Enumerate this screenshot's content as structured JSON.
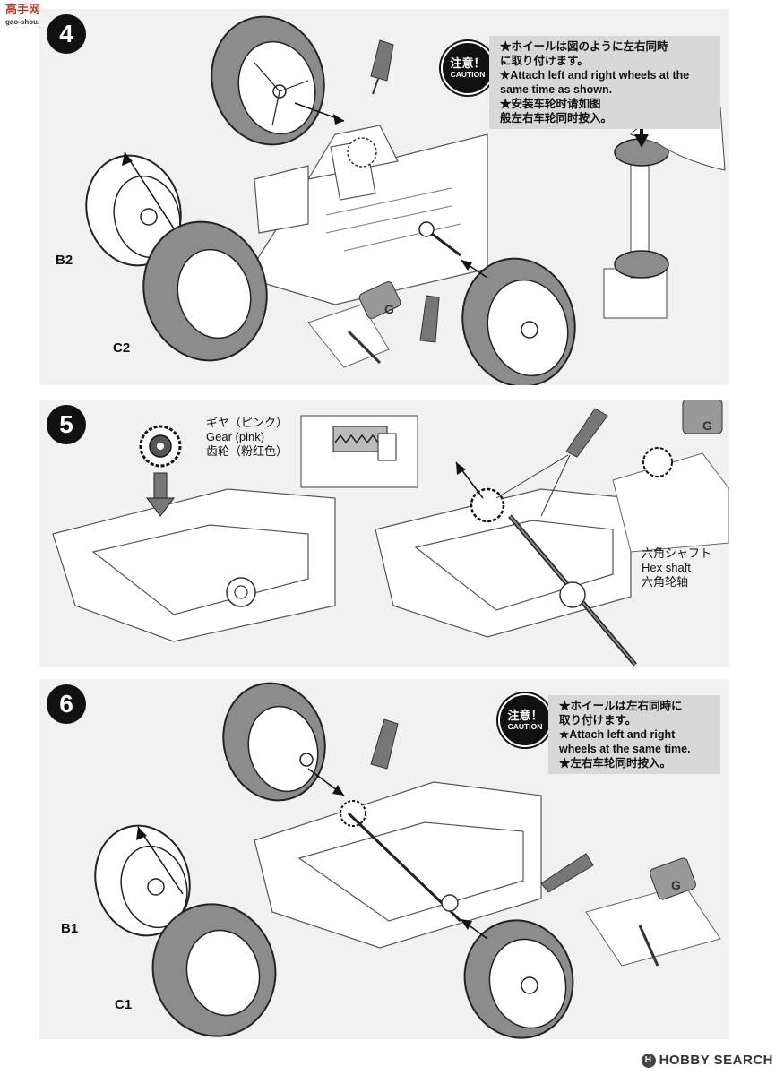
{
  "watermark": {
    "brand": "高手网",
    "site": "gao-shou.com"
  },
  "steps": {
    "s4": {
      "number": "4",
      "caution": {
        "badge_ja": "注意！",
        "badge_en": "CAUTION",
        "lines": [
          "★ホイールは図のように左右同時",
          "に取り付けます。",
          "★Attach left and right wheels at the",
          "same time as shown.",
          "★安装车轮时请如图",
          "般左右车轮同时按入。"
        ]
      },
      "labels": {
        "b2": "B2",
        "c2": "C2"
      },
      "tool_mark": "G"
    },
    "s5": {
      "number": "5",
      "gear": {
        "ja": "ギヤ（ピンク）",
        "en": "Gear (pink)",
        "cn": "齿轮（粉红色）"
      },
      "shaft": {
        "ja": "六角シャフト",
        "en": "Hex shaft",
        "cn": "六角轮轴"
      },
      "tool_mark": "G"
    },
    "s6": {
      "number": "6",
      "caution": {
        "badge_ja": "注意！",
        "badge_en": "CAUTION",
        "lines": [
          "★ホイールは左右同時に",
          "取り付けます。",
          "★Attach left and right",
          "wheels at the same time.",
          "★左右车轮同时按入。"
        ]
      },
      "labels": {
        "b1": "B1",
        "c1": "C1"
      },
      "tool_mark": "G"
    }
  },
  "footer": {
    "brand": "HOBBY SEARCH",
    "mark": "H"
  },
  "colors": {
    "panel": "#f1f1f1",
    "tire": "#8c8c8c",
    "caution_box": "#d8d8d8",
    "badge": "#111111"
  }
}
